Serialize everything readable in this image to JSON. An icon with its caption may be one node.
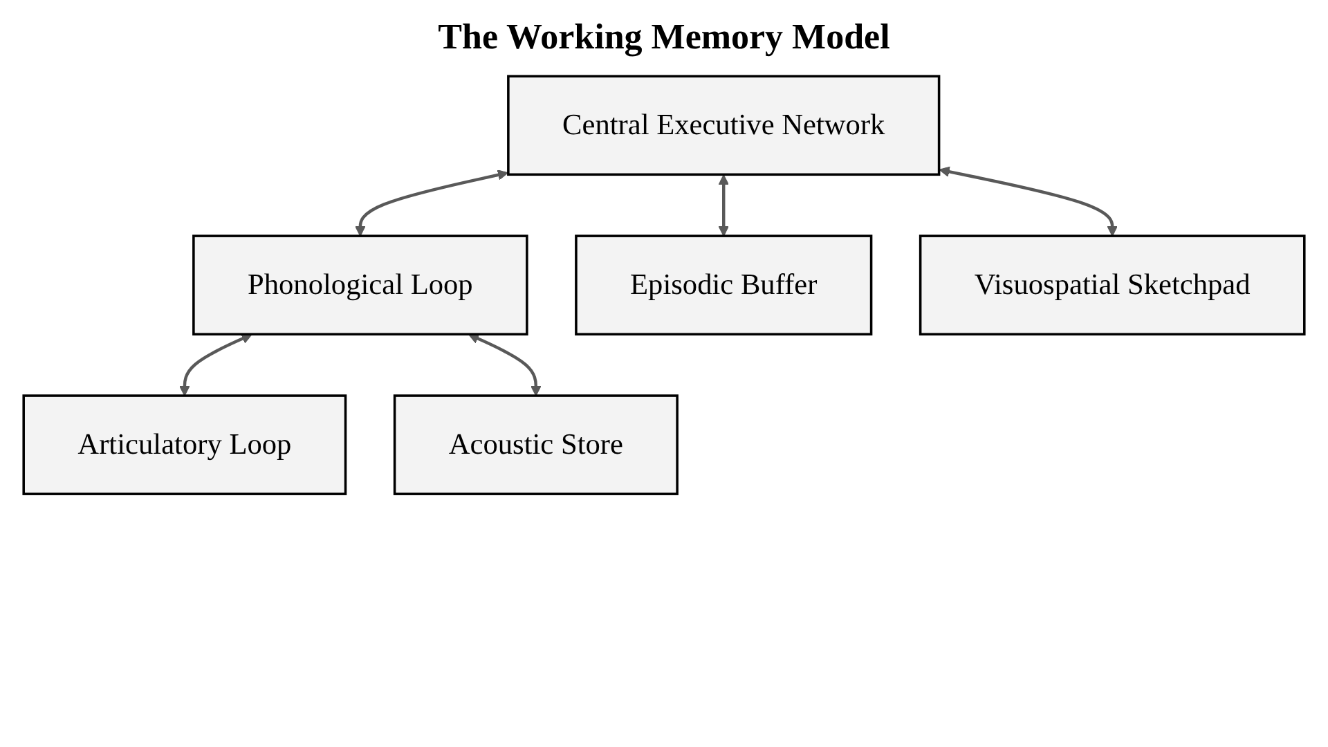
{
  "diagram": {
    "title": "The Working Memory Model",
    "nodes": [
      {
        "text": [
          "Central Executive Network"
        ]
      },
      {
        "text": [
          "Phonological Loop"
        ]
      },
      {
        "text": [
          "Episodic Buffer"
        ]
      },
      {
        "text": [
          "Visuospatial Sketchpad"
        ]
      },
      {
        "text": [
          "Articulatory Loop"
        ]
      },
      {
        "text": [
          "Acoustic Store"
        ]
      }
    ],
    "edges": [
      {
        "from": 0,
        "to": 1,
        "arrow": "both"
      },
      {
        "from": 0,
        "to": 2,
        "arrow": "both"
      },
      {
        "from": 0,
        "to": 3,
        "arrow": "both"
      },
      {
        "from": 1,
        "to": 4,
        "arrow": "both"
      },
      {
        "from": 1,
        "to": 5,
        "arrow": "both"
      }
    ]
  }
}
